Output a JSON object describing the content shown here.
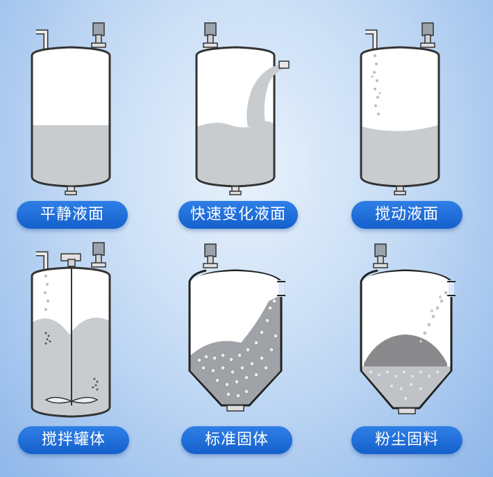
{
  "labels": {
    "calm": "平静液面",
    "fast": "快速变化液面",
    "stirred": "搅动液面",
    "mixer": "搅拌罐体",
    "solid": "标准固体",
    "powder": "粉尘固料"
  },
  "colors": {
    "label_bg": "#1a66d6",
    "liquid": "#c9cccf",
    "tank_fill": "#ffffff",
    "outline": "#262626"
  }
}
